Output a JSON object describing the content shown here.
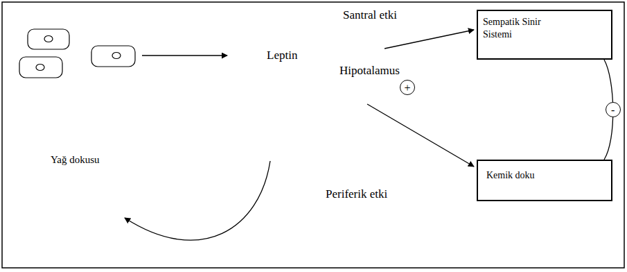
{
  "diagram": {
    "nodes": [
      {
        "text": [
          "Sempatik Sinir Sistemi"
        ]
      },
      {
        "text": [
          "Kemik doku"
        ]
      }
    ],
    "edges": [
      {
        "from": 0,
        "to": 1,
        "arrow": "none",
        "label": "-"
      }
    ],
    "labels": [
      "Santral etki",
      "Leptin",
      "Hipotalamus",
      "+",
      "Periferik etki",
      "Yağ dokusu"
    ]
  }
}
